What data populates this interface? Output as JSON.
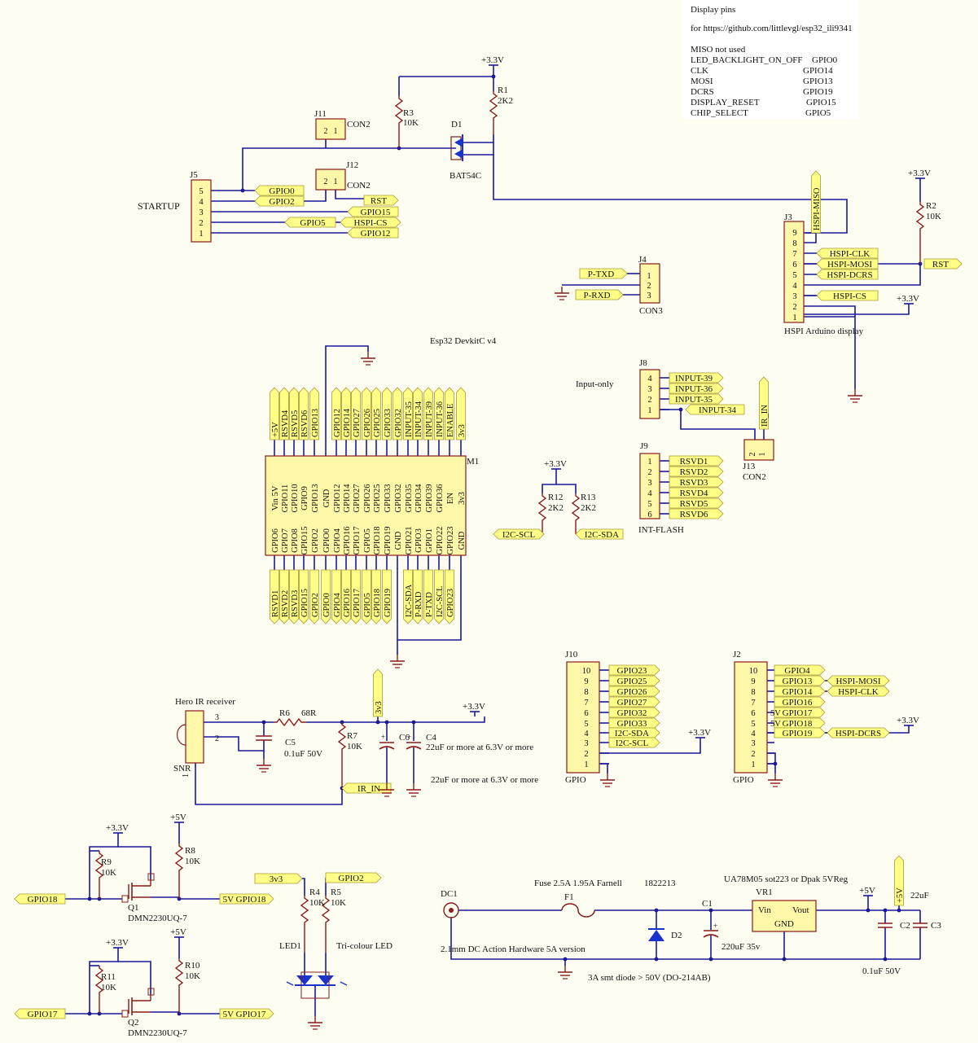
{
  "notes": {
    "title": "Display pins",
    "link": "for https://github.com/littlevgl/esp32_ili9341",
    "miso": "MISO not used",
    "rows": [
      {
        "sig": "LED_BACKLIGHT_ON_OFF",
        "pin": "GPIO0"
      },
      {
        "sig": "CLK",
        "pin": "GPIO14"
      },
      {
        "sig": "MOSI",
        "pin": "GPIO13"
      },
      {
        "sig": "DCRS",
        "pin": "GPIO19"
      },
      {
        "sig": "DISPLAY_RESET",
        "pin": "GPIO15"
      },
      {
        "sig": "CHIP_SELECT",
        "pin": "GPIO5"
      }
    ]
  },
  "labels": {
    "startup": "STARTUP",
    "j5": "J5",
    "j11": "J11",
    "j12": "J12",
    "con2": "CON2",
    "r3": "R3",
    "r3v": "10K",
    "r1": "R1",
    "r1v": "2K2",
    "d1": "D1",
    "d1v": "BAT54C",
    "p33": "+3.3V",
    "p5": "+5V",
    "j3": "J3",
    "hspi_display": "HSPI Arduino display",
    "r2": "R2",
    "r2v": "10K",
    "rst": "RST",
    "j4": "J4",
    "con3": "CON3",
    "ptxd": "P-TXD",
    "prxd": "P-RXD",
    "esp_title": "Esp32 DevkitC v4",
    "m1": "M1",
    "input_only": "Input-only",
    "j8": "J8",
    "j13": "J13",
    "ir_in": "IR_IN",
    "j9": "J9",
    "int_flash": "INT-FLASH",
    "r12": "R12",
    "r12v": "2K2",
    "r13": "R13",
    "r13v": "2K2",
    "i2c_scl": "I2C-SCL",
    "i2c_sda": "I2C-SDA",
    "j10": "J10",
    "j2": "J2",
    "gpio": "GPIO",
    "hero_ir": "Hero IR receiver",
    "snr": "SNR",
    "r6": "R6",
    "r6v": "68R",
    "r7": "R7",
    "r7v": "10K",
    "c5": "C5",
    "c5v": "0.1uF 50V",
    "c6": "C6",
    "c4": "C4",
    "c4v": "22uF  or more at 6.3V or more",
    "c6v": "22uF  or more at 6.3V or more",
    "v3v3": "3v3",
    "r9": "R9",
    "r9v": "10K",
    "r8": "R8",
    "r8v": "10K",
    "q1": "Q1",
    "q1v": "DMN2230UQ-7",
    "gpio18": "GPIO18",
    "v5gpio18": "5V GPIO18",
    "r11": "R11",
    "r11v": "10K",
    "r10": "R10",
    "r10v": "10K",
    "q2": "Q2",
    "q2v": "DMN2230UQ-7",
    "gpio17": "GPIO17",
    "v5gpio17": "5V GPIO17",
    "r4": "R4",
    "r4v": "10K",
    "r5": "R5",
    "r5v": "10K",
    "gpio2": "GPIO2",
    "led1": "LED1",
    "tricolour": "Tri-colour LED",
    "dc1": "DC1",
    "dc_note": "2.1mm DC Action Hardware 5A version",
    "fuse_note": "Fuse 2.5A  1.95A Farnell",
    "farnell_no": "1822213",
    "f1": "F1",
    "d2": "D2",
    "d2_note": "3A smt diode > 50V (DO-214AB)",
    "c1": "C1",
    "c1v": "220uF 35v",
    "vr1_note": "UA78M05 sot223 or Dpak 5VReg",
    "vr1": "VR1",
    "vin": "Vin",
    "vout": "Vout",
    "gnd": "GND",
    "c2": "C2",
    "c3": "C3",
    "c2v": "0.1uF 50V",
    "c3v": "22uF"
  },
  "j5": {
    "pins": [
      "5",
      "4",
      "3",
      "2",
      "1"
    ],
    "nets": [
      [
        "GPIO0"
      ],
      [
        "GPIO2"
      ],
      [
        "GPIO15"
      ],
      [
        "GPIO5",
        "HSPI-CS"
      ],
      [
        "GPIO12"
      ]
    ]
  },
  "j3": {
    "pins": [
      "9",
      "8",
      "7",
      "6",
      "5",
      "4",
      "3",
      "2",
      "1"
    ],
    "nets": [
      [],
      [],
      [
        "HSPI-CLK"
      ],
      [
        "HSPI-MOSI"
      ],
      [
        "HSPI-DCRS"
      ],
      [],
      [
        "HSPI-CS"
      ],
      [],
      []
    ],
    "miso_label": "HSPI-MISO"
  },
  "j4": {
    "pins": [
      "1",
      "2",
      "3"
    ]
  },
  "j8": {
    "pins": [
      "4",
      "3",
      "2",
      "1"
    ],
    "nets": [
      "INPUT-39",
      "INPUT-36",
      "INPUT-35",
      "INPUT-34"
    ]
  },
  "j9": {
    "pins": [
      "1",
      "2",
      "3",
      "4",
      "5",
      "6"
    ],
    "nets": [
      "RSVD1",
      "RSVD2",
      "RSVD3",
      "RSVD4",
      "RSVD5",
      "RSVD6"
    ]
  },
  "j10": {
    "pins": [
      "10",
      "9",
      "8",
      "7",
      "6",
      "5",
      "4",
      "3",
      "2",
      "1"
    ],
    "nets": [
      "GPIO23",
      "GPIO25",
      "GPIO26",
      "GPIO27",
      "GPIO32",
      "GPIO33",
      "I2C-SDA",
      "I2C-SCL",
      "",
      ""
    ]
  },
  "j2": {
    "pins": [
      "10",
      "9",
      "8",
      "7",
      "6",
      "5",
      "4",
      "3",
      "2",
      "1"
    ],
    "nets": [
      "GPIO4",
      "GPIO13",
      "GPIO14",
      "GPIO16",
      "GPIO17",
      "GPIO18",
      "GPIO19",
      "",
      "",
      ""
    ],
    "prefix": [
      "",
      "",
      "",
      "",
      "5V",
      "5V",
      "",
      "",
      "",
      ""
    ],
    "extra": [
      "",
      "HSPI-MOSI",
      "HSPI-CLK",
      "",
      "",
      "",
      "HSPI-DCRS",
      "",
      "",
      ""
    ]
  },
  "m1": {
    "top_pins": [
      "Vin 5V",
      "GPIO11",
      "GPIO10",
      "GPIO9",
      "GPIO13",
      "GND",
      "GPIO12",
      "GPIO14",
      "GPIO27",
      "GPIO26",
      "GPIO25",
      "GPIO33",
      "GPIO32",
      "GPIO35",
      "GPIO34",
      "GPIO39",
      "GPIO36",
      "EN",
      "3v3"
    ],
    "top_nets": [
      "+5V",
      "RSVD4",
      "RSVD5",
      "RSVD6",
      "GPIO13",
      "",
      "GPIO12",
      "GPIO14",
      "GPIO27",
      "GPIO26",
      "GPIO25",
      "GPIO33",
      "GPIO32",
      "INPUT-35",
      "INPUT-34",
      "INPUT-39",
      "INPUT-36",
      "ENABLE",
      "3v3"
    ],
    "bot_pins": [
      "GPIO6",
      "GPIO7",
      "GPIO8",
      "GPIO15",
      "GPIO2",
      "GPIO0",
      "GPIO4",
      "GPIO16",
      "GPIO17",
      "GPIO5",
      "GPIO18",
      "GPIO19",
      "GND",
      "GPIO21",
      "GPIO3",
      "GPIO1",
      "GPIO22",
      "GPIO23",
      "GND"
    ],
    "bot_nets": [
      "RSVD1",
      "RSVD2",
      "RSVD3",
      "GPIO15",
      "GPIO2",
      "GPIO0",
      "GPIO4",
      "GPIO16",
      "GPIO17",
      "GPIO5",
      "GPIO18",
      "GPIO19",
      "",
      "I2C-SDA",
      "P-RXD",
      "P-TXD",
      "I2C-SCL",
      "GPIO23",
      ""
    ]
  },
  "colors": {
    "wire": "#1a1a99",
    "part": "#8a1a1a",
    "fill": "#fff8a8",
    "flag": "#ffff88",
    "text": "#111111"
  }
}
